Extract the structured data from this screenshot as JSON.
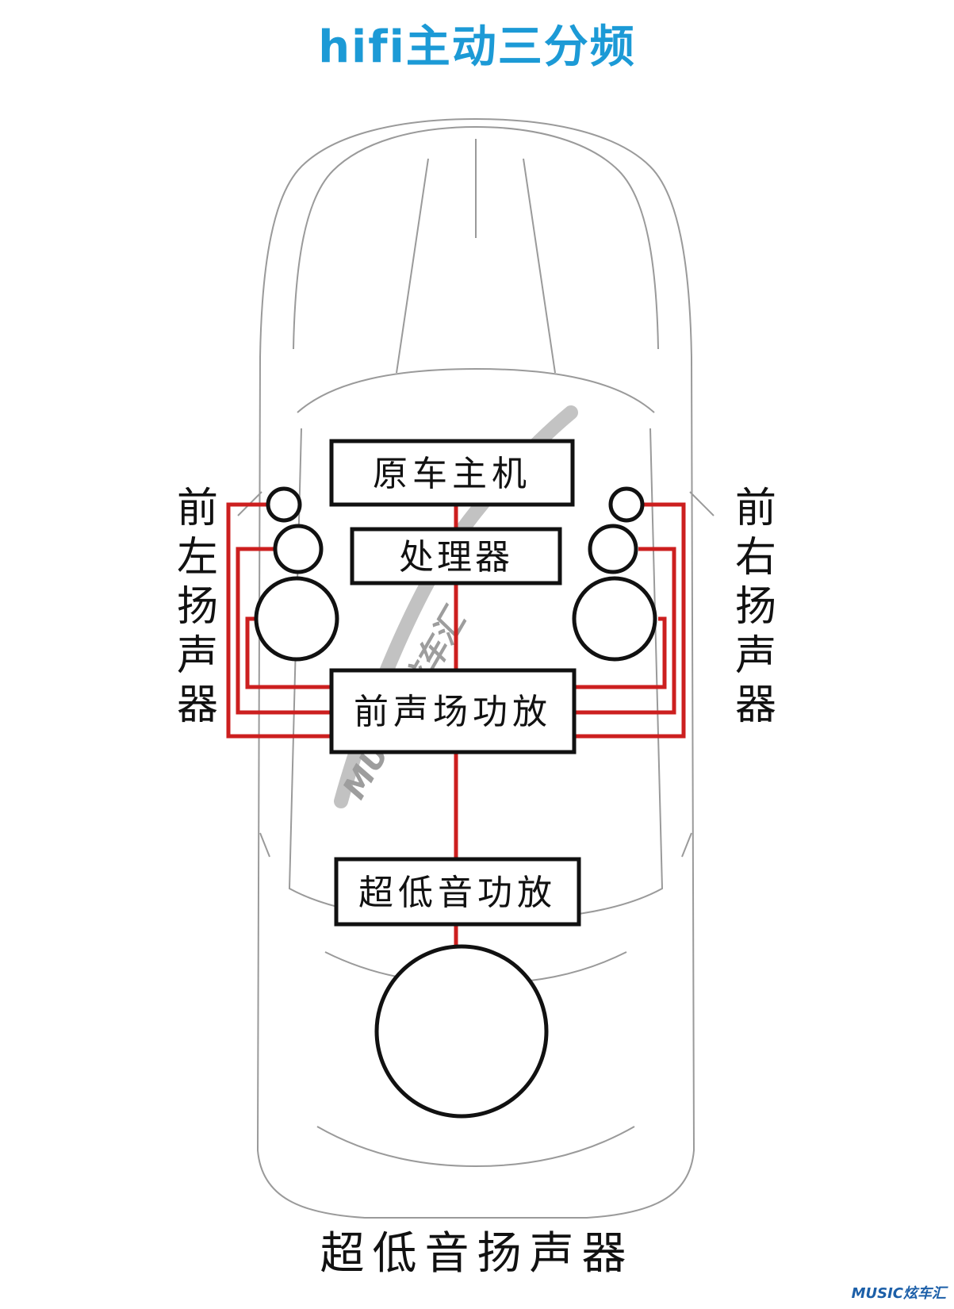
{
  "title": "hifi主动三分频",
  "boxes": {
    "head_unit": "原车主机",
    "processor": "处理器",
    "front_amp": "前声场功放",
    "sub_amp": "超低音功放"
  },
  "labels": {
    "front_left": "前左扬声器",
    "front_right": "前右扬声器",
    "subwoofer": "超低音扬声器"
  },
  "watermark": "MUSIC炫车汇",
  "logo": "MUSIC炫车汇",
  "colors": {
    "title": "#1c9ad6",
    "wire": "#cc1f1f",
    "outline": "#111111",
    "car_outline": "#9a9a9a",
    "watermark_gray": "#8c8c8c",
    "watermark_red": "#d63c3c"
  }
}
